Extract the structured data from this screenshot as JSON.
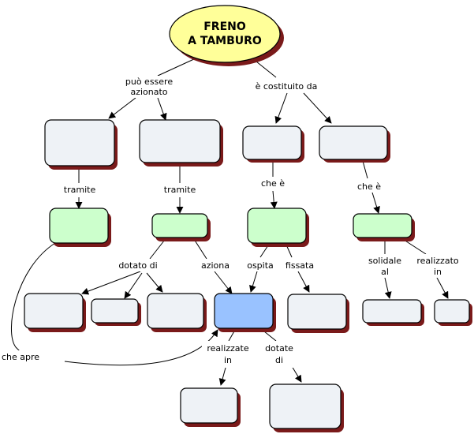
{
  "root": {
    "title_line1": "FRENO",
    "title_line2": "A TAMBURO"
  },
  "labels": {
    "puo_line1": "può essere",
    "puo_line2": "azionato",
    "costituito": "è costituito da",
    "tramite_left": "tramite",
    "tramite_mid": "tramite",
    "che_e_left": "che è",
    "che_e_right": "che è",
    "dotato_di": "dotato di",
    "aziona": "aziona",
    "ospita": "ospita",
    "fissata": "fissata",
    "solidale_line1": "solidale",
    "solidale_line2": "al",
    "realizzato_line1": "realizzato",
    "realizzato_line2": "in",
    "che_apre": "che apre",
    "realizzate_line1": "realizzate",
    "realizzate_line2": "in",
    "dotate_line1": "dotate",
    "dotate_line2": "di"
  },
  "colors": {
    "root_fill": "#ffff99",
    "gray_node": "#eef2f6",
    "green_node": "#ccffcc",
    "blue_node": "#99c2ff",
    "shadow": "#7a1a1a"
  }
}
